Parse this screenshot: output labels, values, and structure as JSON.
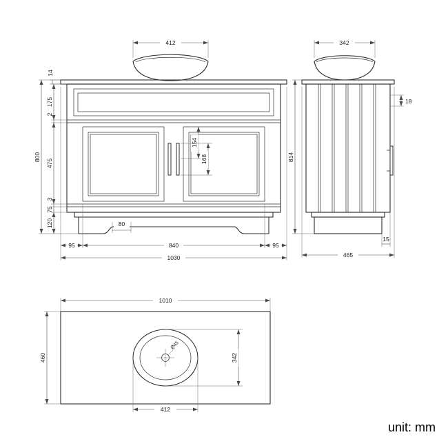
{
  "unit_label": "unit: mm",
  "front": {
    "basin_width": "412",
    "counter_thickness": "14",
    "top_rail": "175",
    "gap": "2",
    "height": "800",
    "door_height": "475",
    "handle_offset": "154",
    "handle_length": "168",
    "gap2": "3",
    "bottom_rail": "75",
    "plinth_height": "120",
    "foot_width": "80",
    "left_offset": "95",
    "doors_width": "840",
    "right_offset": "95",
    "total_width": "1030"
  },
  "side": {
    "basin_depth": "342",
    "back_gap": "18",
    "height": "814",
    "plinth_recess": "15",
    "depth": "465"
  },
  "top": {
    "counter_width": "1010",
    "counter_depth": "460",
    "basin_depth": "342",
    "basin_width": "412",
    "drain_diameter": "Ø45"
  }
}
